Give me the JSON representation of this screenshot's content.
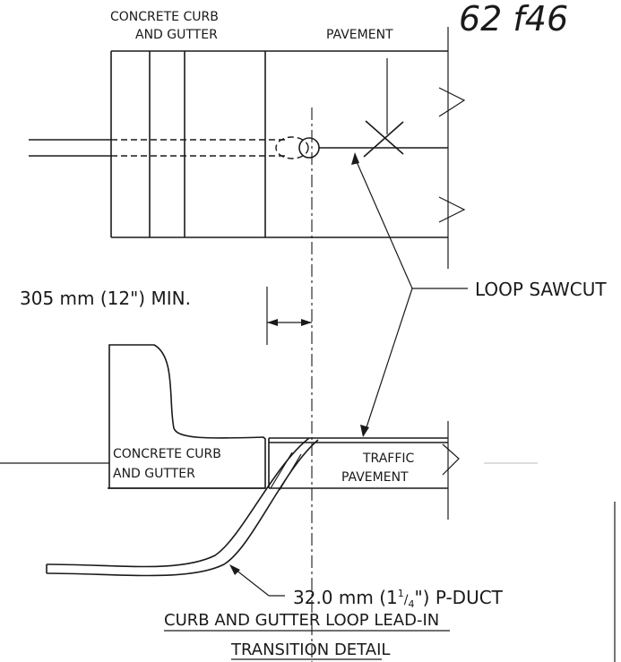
{
  "handwritten_note": "62 f46",
  "labels": {
    "top_curb_line1": "CONCRETE CURB",
    "top_curb_line2": "AND GUTTER",
    "top_pavement": "PAVEMENT",
    "dimension": "305 mm (12\") MIN.",
    "loop_sawcut": "LOOP SAWCUT",
    "bottom_curb_line1": "CONCRETE CURB",
    "bottom_curb_line2": "AND GUTTER",
    "traffic_line1": "TRAFFIC",
    "traffic_line2": "PAVEMENT",
    "pduct_prefix": "32.0 mm (1",
    "pduct_num": "1",
    "pduct_den": "4",
    "pduct_suffix": "\") P-DUCT"
  },
  "title": {
    "line1": "CURB AND GUTTER LOOP LEAD-IN",
    "line2": "TRANSITION DETAIL"
  }
}
